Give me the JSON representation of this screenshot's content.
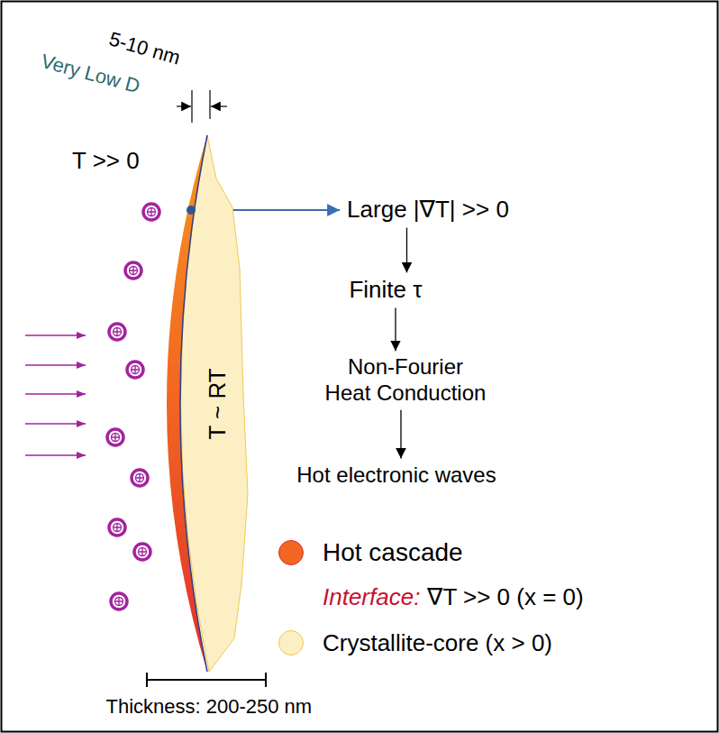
{
  "diagram": {
    "nodes": [
      {
        "text": [
          "T ~ RT"
        ]
      },
      {
        "text": [
          "Large |∇T| >> 0"
        ]
      },
      {
        "text": [
          "Finite τ"
        ]
      },
      {
        "text": [
          "Non-Fourier Heat Conduction"
        ]
      },
      {
        "text": [
          "Hot electronic waves"
        ]
      }
    ],
    "edges": [
      {
        "from": 1,
        "to": 2,
        "arrow": "to"
      },
      {
        "from": 2,
        "to": 3,
        "arrow": "to"
      },
      {
        "from": 3,
        "to": 4,
        "arrow": "to"
      }
    ],
    "labels": [
      "5-10 nm",
      "Very Low D",
      "T >> 0",
      "Interface:",
      "∇T >> 0 (x = 0)",
      "Thickness: 200-250 nm"
    ],
    "legend": [
      {
        "text": "Hot cascade",
        "color": "#f26522"
      },
      {
        "text": "Crystallite-core (x > 0)",
        "color": "#fdefc4"
      }
    ]
  }
}
